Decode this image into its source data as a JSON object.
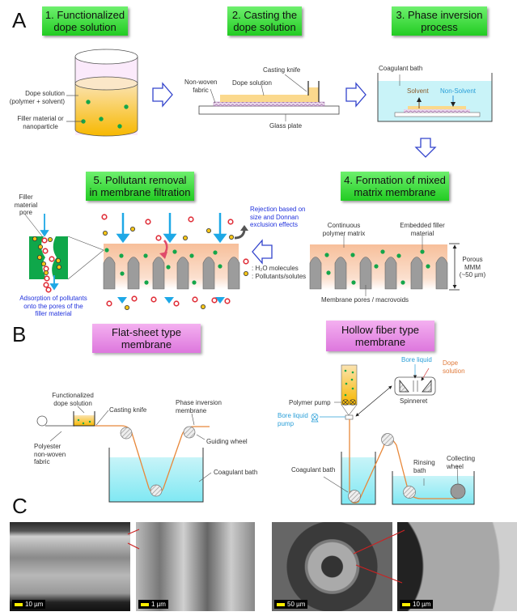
{
  "panels": {
    "A": "A",
    "B": "B",
    "C": "C"
  },
  "panelA": {
    "steps": [
      {
        "line1": "1. Functionalized",
        "line2": "dope solution"
      },
      {
        "line1": "2. Casting the",
        "line2": "dope solution"
      },
      {
        "line1": "3. Phase inversion",
        "line2": "process"
      },
      {
        "line1": "4. Formation of mixed",
        "line2": "matrix membrane"
      },
      {
        "line1": "5. Pollutant removal",
        "line2": "in membrane filtration"
      }
    ],
    "step1": {
      "dope_solution": [
        "Dope solution",
        "(polymer + solvent)"
      ],
      "filler": [
        "Filler material or",
        "nanoparticle"
      ]
    },
    "step2": {
      "casting_knife": "Casting knife",
      "non_woven": [
        "Non-woven",
        "fabric"
      ],
      "dope_solution": "Dope solution",
      "glass_plate": "Glass plate"
    },
    "step3": {
      "coagulant_bath": "Coagulant bath",
      "solvent": "Solvent",
      "non_solvent": "Non-Solvent"
    },
    "step4": {
      "continuous_matrix": [
        "Continuous",
        "polymer matrix"
      ],
      "embedded_filler": [
        "Embedded filler",
        "material"
      ],
      "porous_mmm": [
        "Porous",
        "MMM",
        "(~50 µm)"
      ],
      "pores": "Membrane pores / macrovoids"
    },
    "step5": {
      "filler_pore": [
        "Filler",
        "material",
        "pore"
      ],
      "adsorption": [
        "Adsorption of pollutants",
        "onto the pores of the",
        "filler material"
      ],
      "rejection": [
        "Rejection based on",
        "size and Donnan",
        "exclusion effects"
      ],
      "legend_h2o": ": H₂O molecules",
      "legend_pollutant": ": Pollutants/solutes"
    }
  },
  "panelB": {
    "flat_title": [
      "Flat-sheet type",
      "membrane"
    ],
    "hollow_title": [
      "Hollow fiber type",
      "membrane"
    ],
    "flat": {
      "functionalized_dope": [
        "Functionalized",
        "dope solution"
      ],
      "casting_knife": "Casting knife",
      "phase_inversion": [
        "Phase inversion",
        "membrane"
      ],
      "polyester": [
        "Polyester",
        "non-woven",
        "fabric"
      ],
      "guiding_wheel": "Guiding wheel",
      "coagulant_bath": "Coagulant bath"
    },
    "hollow": {
      "bore_liquid": "Bore liquid",
      "dope_solution": [
        "Dope",
        "solution"
      ],
      "spinneret": "Spinneret",
      "polymer_pump": "Polymer pump",
      "bore_liquid_pump": [
        "Bore liquid",
        "pump"
      ],
      "coagulant_bath": "Coagulant bath",
      "rinsing_bath": [
        "Rinsing",
        "bath"
      ],
      "collecting_wheel": [
        "Collecting",
        "wheel"
      ]
    }
  },
  "panelC": {
    "scalebars": [
      "10 µm",
      "1 µm",
      "50 µm",
      "10 µm"
    ]
  },
  "colors": {
    "step_green": "#33dd33",
    "type_pink": "#e38ee3",
    "dope_yellow": "#f5c842",
    "filler_green": "#11aa44",
    "bath_cyan": "#a6f0f7",
    "membrane_peach": "#f7c4a4",
    "arrow_blue": "#1ea8e6",
    "outline_arrow": "#3344cc",
    "fiber_orange": "#e8883a"
  }
}
